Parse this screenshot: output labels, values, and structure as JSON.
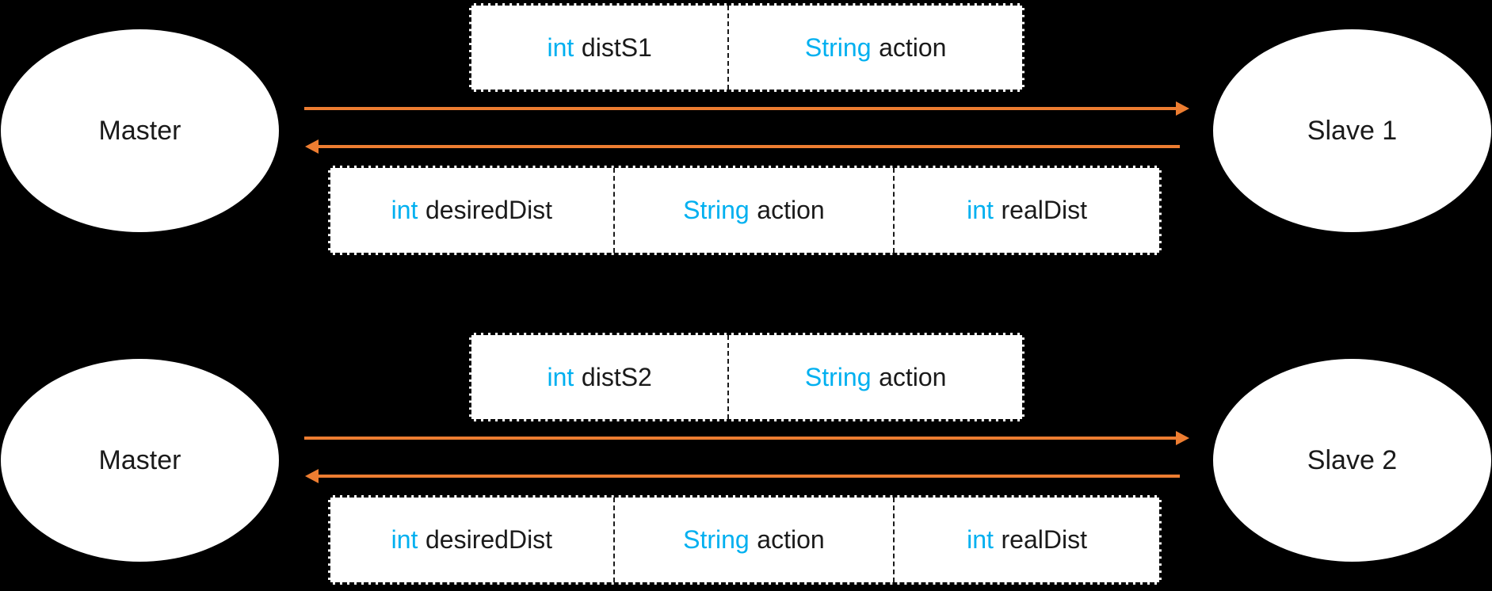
{
  "colors": {
    "background": "#000000",
    "node_fill": "#FFFFFF",
    "text_dark": "#1A1A1A",
    "keyword": "#00B0F0",
    "arrow": "#ED7D31",
    "box_border": "#000000"
  },
  "groups": [
    {
      "master_label": "Master",
      "slave_label": "Slave 1",
      "request": {
        "fields": [
          {
            "type": "int",
            "name": "distS1"
          },
          {
            "type": "String",
            "name": "action"
          }
        ]
      },
      "response": {
        "fields": [
          {
            "type": "int",
            "name": "desiredDist"
          },
          {
            "type": "String",
            "name": "action"
          },
          {
            "type": "int",
            "name": "realDist"
          }
        ]
      }
    },
    {
      "master_label": "Master",
      "slave_label": "Slave 2",
      "request": {
        "fields": [
          {
            "type": "int",
            "name": "distS2"
          },
          {
            "type": "String",
            "name": "action"
          }
        ]
      },
      "response": {
        "fields": [
          {
            "type": "int",
            "name": "desiredDist"
          },
          {
            "type": "String",
            "name": "action"
          },
          {
            "type": "int",
            "name": "realDist"
          }
        ]
      }
    }
  ]
}
